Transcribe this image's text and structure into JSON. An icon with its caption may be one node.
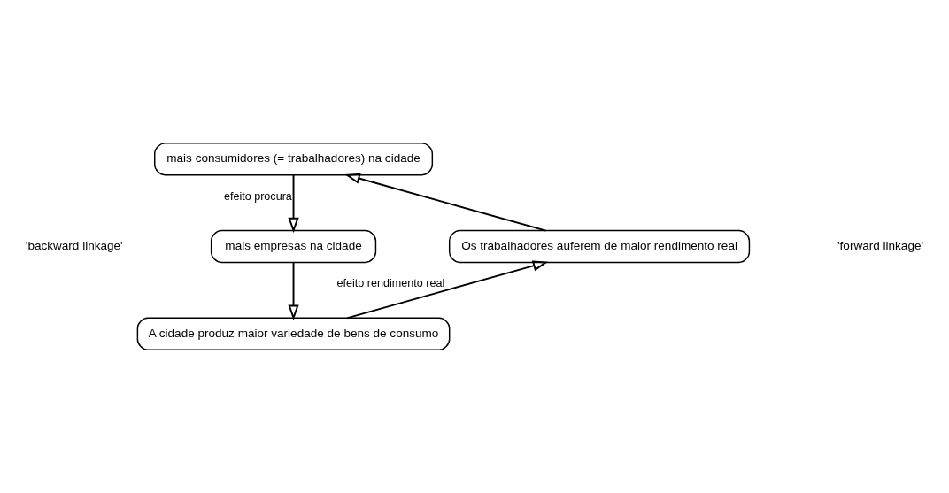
{
  "diagram": {
    "nodes": [
      {
        "text": [
          "mais consumidores (= trabalhadores) na cidade"
        ]
      },
      {
        "text": [
          "mais empresas na cidade"
        ]
      },
      {
        "text": [
          "Os trabalhadores auferem de maior rendimento real"
        ]
      },
      {
        "text": [
          "A cidade produz maior variedade de bens de consumo"
        ]
      }
    ],
    "edges": [
      {
        "from": 0,
        "to": 1,
        "arrow": "to",
        "label": "efeito procura"
      },
      {
        "from": 1,
        "to": 3,
        "arrow": "to"
      },
      {
        "from": 3,
        "to": 2,
        "arrow": "to",
        "label": "efeito rendimento real"
      },
      {
        "from": 2,
        "to": 0,
        "arrow": "to"
      }
    ],
    "labels": [
      "'backward linkage'",
      "'forward linkage'"
    ]
  }
}
